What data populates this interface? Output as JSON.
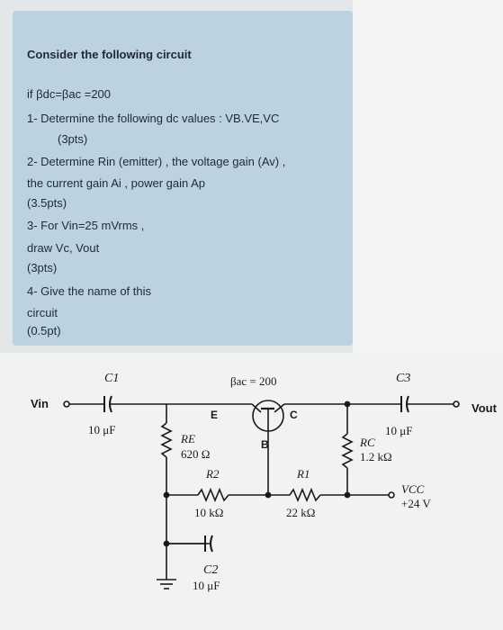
{
  "question": {
    "heading": "Consider the following circuit",
    "lines": [
      "if βdc=βac =200",
      "1- Determine the following dc values : VB.VE,VC",
      "(3pts)",
      "2- Determine Rin (emitter) , the voltage gain (Av) ,",
      "the current gain Ai  , power gain Ap",
      "(3.5pts)",
      "3- For Vin=25 mVrms ,",
      "draw Vc, Vout",
      "(3pts)",
      "4- Give the name of this",
      "circuit",
      "(0.5pt)"
    ]
  },
  "circuit": {
    "vin": "Vin",
    "vout": "Vout",
    "c1_label": "C1",
    "c1_value": "10 μF",
    "beta": "βac = 200",
    "emitter": "E",
    "collector": "C",
    "base": "B",
    "c3_label": "C3",
    "c3_value": "10 μF",
    "re_label": "RE",
    "re_value": "620 Ω",
    "rc_label": "RC",
    "rc_value": "1.2 kΩ",
    "r2_label": "R2",
    "r2_value": "10 kΩ",
    "r1_label": "R1",
    "r1_value": "22 kΩ",
    "vcc_label": "VCC",
    "vcc_value": "+24 V",
    "c2_label": "C2",
    "c2_value": "10 μF"
  }
}
